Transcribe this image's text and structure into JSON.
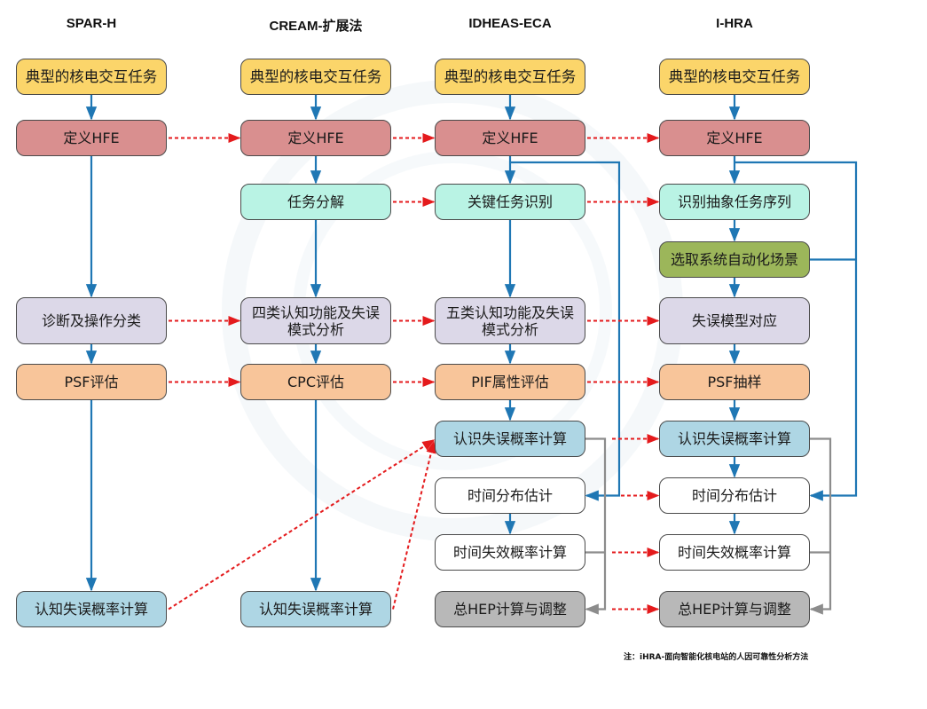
{
  "columns": [
    {
      "title": "SPAR-H"
    },
    {
      "title": "CREAM-扩展法"
    },
    {
      "title": "IDHEAS-ECA"
    },
    {
      "title": "I-HRA"
    }
  ],
  "colors": {
    "task": "#fbd56a",
    "hfe": "#d98f8f",
    "decompose": "#b9f3e4",
    "scenario": "#9cb65a",
    "cognitive": "#dcd8e8",
    "psf": "#f8c59a",
    "probability": "#aed6e4",
    "time": "#ffffff",
    "total": "#b8b8b8",
    "flow_arrow": "#1f77b4",
    "mapping_arrow": "#e41a1c",
    "merge_arrow": "#8c8c8c"
  },
  "boxes": {
    "sparh_task": "典型的核电交互任务",
    "sparh_hfe": "定义HFE",
    "sparh_classify": "诊断及操作分类",
    "sparh_psf": "PSF评估",
    "sparh_hep": "认知失误概率计算",
    "cream_task": "典型的核电交互任务",
    "cream_hfe": "定义HFE",
    "cream_decompose": "任务分解",
    "cream_cognitive": "四类认知功能及失误\n模式分析",
    "cream_cpc": "CPC评估",
    "cream_hep": "认知失误概率计算",
    "idheas_task": "典型的核电交互任务",
    "idheas_hfe": "定义HFE",
    "idheas_key": "关键任务识别",
    "idheas_cognitive": "五类认知功能及失误\n模式分析",
    "idheas_pif": "PIF属性评估",
    "idheas_cep": "认识失误概率计算",
    "idheas_time_dist": "时间分布估计",
    "idheas_time_fail": "时间失效概率计算",
    "idheas_total": "总HEP计算与调整",
    "ihra_task": "典型的核电交互任务",
    "ihra_hfe": "定义HFE",
    "ihra_abstract": "识别抽象任务序列",
    "ihra_scenario": "选取系统自动化场景",
    "ihra_error_model": "失误模型对应",
    "ihra_psf": "PSF抽样",
    "ihra_cep": "认识失误概率计算",
    "ihra_time_dist": "时间分布估计",
    "ihra_time_fail": "时间失效概率计算",
    "ihra_total": "总HEP计算与调整"
  },
  "note": "注：iHRA-面向智能化核电站的人因可靠性分析方法"
}
